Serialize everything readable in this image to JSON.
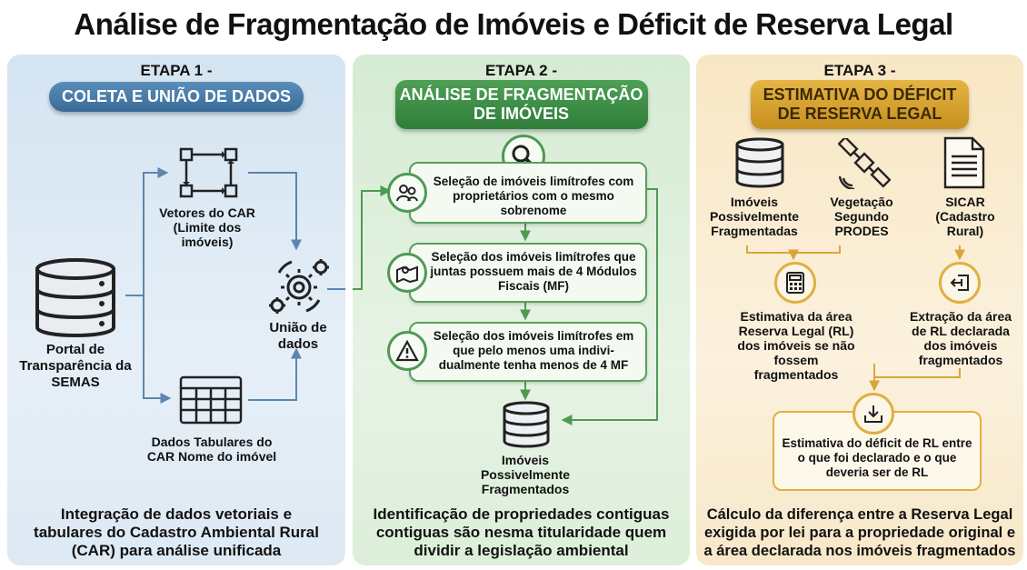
{
  "title": "Análise de Fragmentação de Imóveis e Déficit de Reserva Legal",
  "colors": {
    "blue": "#3a6b98",
    "green": "#2f7d3a",
    "gold": "#c7901f"
  },
  "stage1": {
    "stage": "ETAPA 1 -",
    "heading": "COLETA E UNIÃO DE DADOS",
    "source": "Portal de Transparência da SEMAS",
    "vectors": "Vetores do CAR (Limite dos imóveis)",
    "tabular": "Dados Tabulares do CAR Nome do imóvel",
    "union": "União de dados",
    "footer": "Integração de dados vetoriais e tabulares do Cadastro Ambiental Rural (CAR) para análise unificada",
    "icons": [
      "database-icon",
      "vector-network-icon",
      "table-icon",
      "gears-icon"
    ]
  },
  "stage2": {
    "stage": "ETAPA 2 -",
    "heading": "ANÁLISE DE FRAGMENTAÇÃO DE IMÓVEIS",
    "step1": "Seleção de imóveis limítrofes com proprietários com o mesmo sobrenome",
    "step2": "Seleção dos imóveis limítrofes que juntas possuem mais de 4 Módulos Fiscais (MF)",
    "step3": "Seleção dos imóveis limítrofes em que pelo menos uma indivi-dualmente tenha menos de 4 MF",
    "result": "Imóveis Possivelmente Fragmentados",
    "footer": "Identificação de propriedades contiguas contiguas são nesma titularidade quem dividir a legislação ambiental",
    "icons": [
      "magnifier-icon",
      "people-icon",
      "map-pin-icon",
      "warning-icon",
      "database-icon"
    ]
  },
  "stage3": {
    "stage": "ETAPA 3 -",
    "heading": "ESTIMATIVA DO DÉFICIT DE RESERVA LEGAL",
    "input1": "Imóveis Possivelmente Fragmentadas",
    "input2": "Vegetação Segundo PRODES",
    "input3": "SICAR (Cadastro Rural)",
    "calc": "Estimativa da área Reserva Legal (RL) dos imóveis se não fossem fragmentados",
    "extract": "Extração da área de RL declarada dos imóveis fragmentados",
    "result": "Estimativa do déficit de RL entre o que foi declarado e o que deveria ser de RL",
    "footer": "Cálculo da diferença entre a Reserva Legal exigida por lei para a propriedade original e a área declarada nos imóveis fragmentados",
    "icons": [
      "database-icon",
      "satellite-icon",
      "document-icon",
      "calculator-icon",
      "extract-icon",
      "download-icon"
    ]
  }
}
